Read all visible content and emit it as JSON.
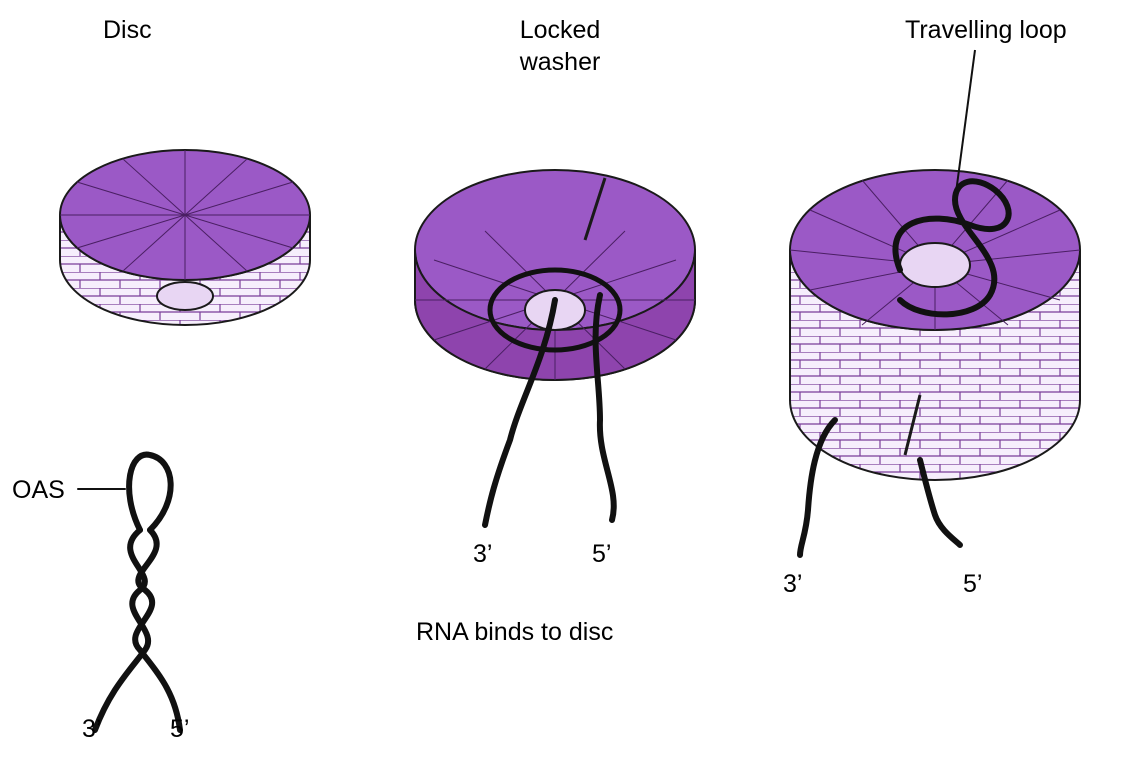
{
  "labels": {
    "disc": "Disc",
    "locked_washer_line1": "Locked",
    "locked_washer_line2": "washer",
    "travelling_loop": "Travelling loop",
    "oas": "OAS",
    "rna_binds": "RNA binds to disc",
    "disc_3prime": "3’",
    "disc_5prime": "5’",
    "washer_3prime": "3’",
    "washer_5prime": "5’",
    "loop_3prime": "3’",
    "loop_5prime": "5’"
  },
  "colors": {
    "purple_top": "#9b59c6",
    "purple_side": "#8e44ad",
    "brick_fill": "#f6eefc",
    "outline": "#1a1a1a",
    "rna_strand": "#111111"
  }
}
